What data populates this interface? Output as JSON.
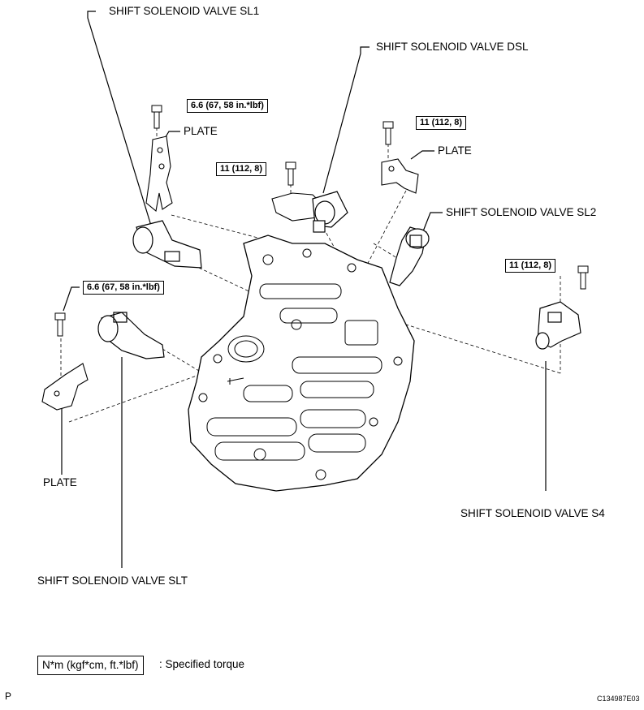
{
  "labels": {
    "sl1": "SHIFT SOLENOID VALVE SL1",
    "dsl": "SHIFT SOLENOID VALVE DSL",
    "sl2": "SHIFT SOLENOID VALVE SL2",
    "s4": "SHIFT SOLENOID VALVE S4",
    "slt": "SHIFT SOLENOID VALVE SLT",
    "plate_top": "PLATE",
    "plate_right": "PLATE",
    "plate_left": "PLATE"
  },
  "torques": {
    "sl1_bolt": "6.6 (67, 58 in.*lbf)",
    "left_bolt": "6.6 (67, 58 in.*lbf)",
    "dsl_bolt": "11 (112, 8)",
    "plate_bolt": "11 (112, 8)",
    "s4_bolt": "11 (112, 8)"
  },
  "legend": {
    "unit_box": "N*m (kgf*cm, ft.*lbf)",
    "description": ": Specified torque"
  },
  "footer": {
    "corner_letter": "P",
    "figure_code": "C134987E03"
  }
}
